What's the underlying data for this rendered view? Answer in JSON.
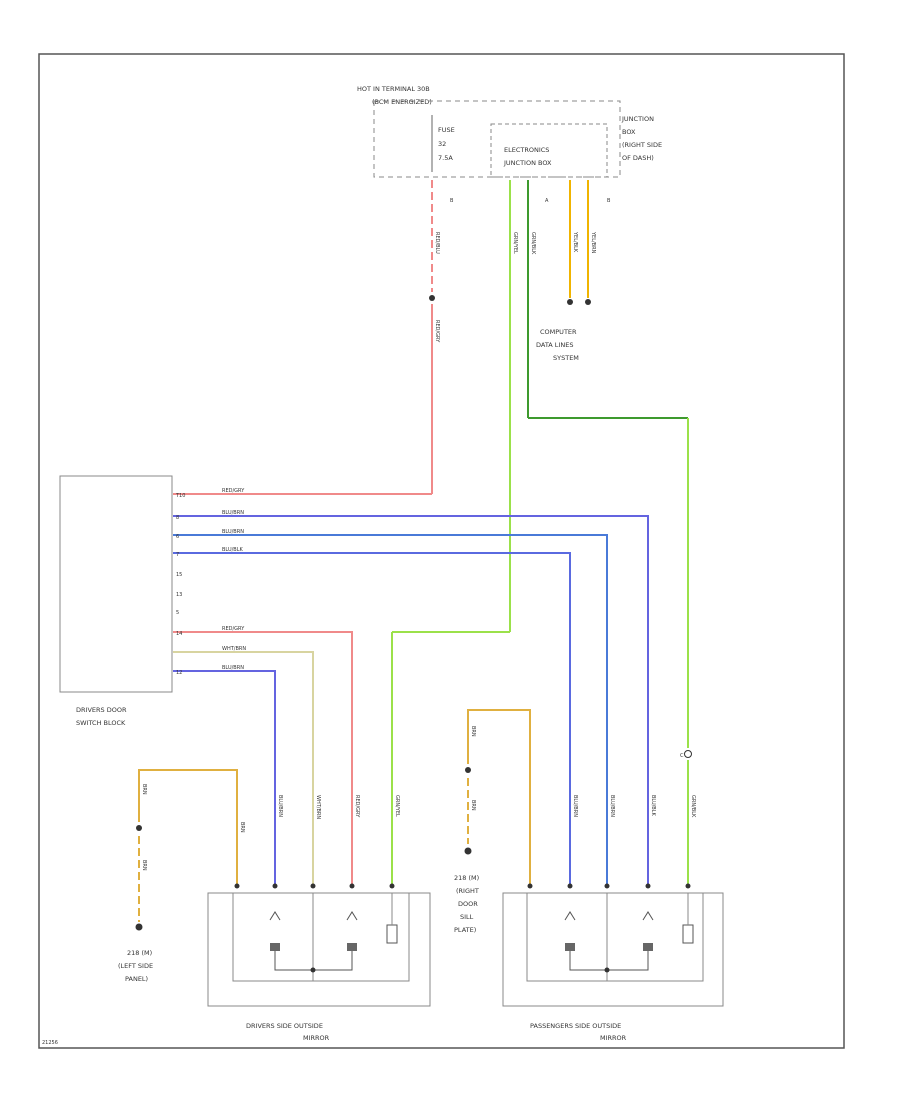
{
  "top": {
    "hot_label_1": "HOT IN TERMINAL 30B",
    "hot_label_2": "(BCM ENERGIZED)",
    "fuse_label": "FUSE",
    "fuse_number": "32",
    "fuse_rating": "7.5A",
    "ejb_label_1": "ELECTRONICS",
    "ejb_label_2": "JUNCTION BOX",
    "jb_label_1": "JUNCTION",
    "jb_label_2": "BOX",
    "jb_label_3": "(RIGHT SIDE",
    "jb_label_4": "OF DASH)"
  },
  "connectors": {
    "fuse_out": "B",
    "can_a": "A",
    "can_b": "B"
  },
  "wires": {
    "fuse_upper": "RED/BLU",
    "fuse_lower": "RED/GRY",
    "grn_yel": "GRN/YEL",
    "grn_blk": "GRN/BLK",
    "yel_a": "YEL/BLK",
    "yel_b": "YEL/BRN",
    "drv_ground_upper": "BRN",
    "drv_ground_lower": "BRN",
    "drv_m1": "BLU/BRN",
    "drv_m2": "WHT/BRN",
    "drv_m3": "RED/GRY",
    "drv_heat": "GRN/YEL",
    "pas_ground": "BRN",
    "pas_m1": "BLU/BRN",
    "pas_m2": "BLU/BRN",
    "pas_m3": "BLU/BLK",
    "pas_heat": "GRN/BLK"
  },
  "switch_block": {
    "label_1": "DRIVERS DOOR",
    "label_2": "SWITCH BLOCK",
    "pins": [
      "T10",
      "8",
      "6",
      "7",
      "15",
      "13",
      "5",
      "14",
      "12"
    ],
    "wires": [
      "RED/GRY",
      "BLU/BRN",
      "BLU/BRN",
      "BLU/BLK",
      "RED/GRY",
      "WHT/BRN",
      "BLU/BRN"
    ]
  },
  "computer": {
    "label_1": "COMPUTER",
    "label_2": "DATA LINES",
    "label_3": "SYSTEM"
  },
  "left_ground": {
    "label_1": "218 (M)",
    "label_2": "(LEFT SIDE",
    "label_3": "PANEL)"
  },
  "right_ground": {
    "label_1": "218 (M)",
    "label_2": "(RIGHT",
    "label_3": "DOOR",
    "label_4": "SILL",
    "label_5": "PLATE)"
  },
  "driver_mirror": {
    "label_1": "DRIVERS SIDE OUTSIDE",
    "label_2": "MIRROR"
  },
  "passenger_mirror": {
    "label_1": "PASSENGERS SIDE OUTSIDE",
    "label_2": "MIRROR"
  },
  "footer_code": "21256",
  "marker_c": "C",
  "colors": {
    "red": "#f08a8a",
    "green_light": "#9be14a",
    "green_dark": "#3e9a2e",
    "yellow": "#f0b400",
    "blue": "#6464e0",
    "blue2": "#4a7ad8",
    "lavender": "#9a9ae8",
    "tan": "#d8d4a0",
    "brown_yellow": "#e0b040"
  }
}
